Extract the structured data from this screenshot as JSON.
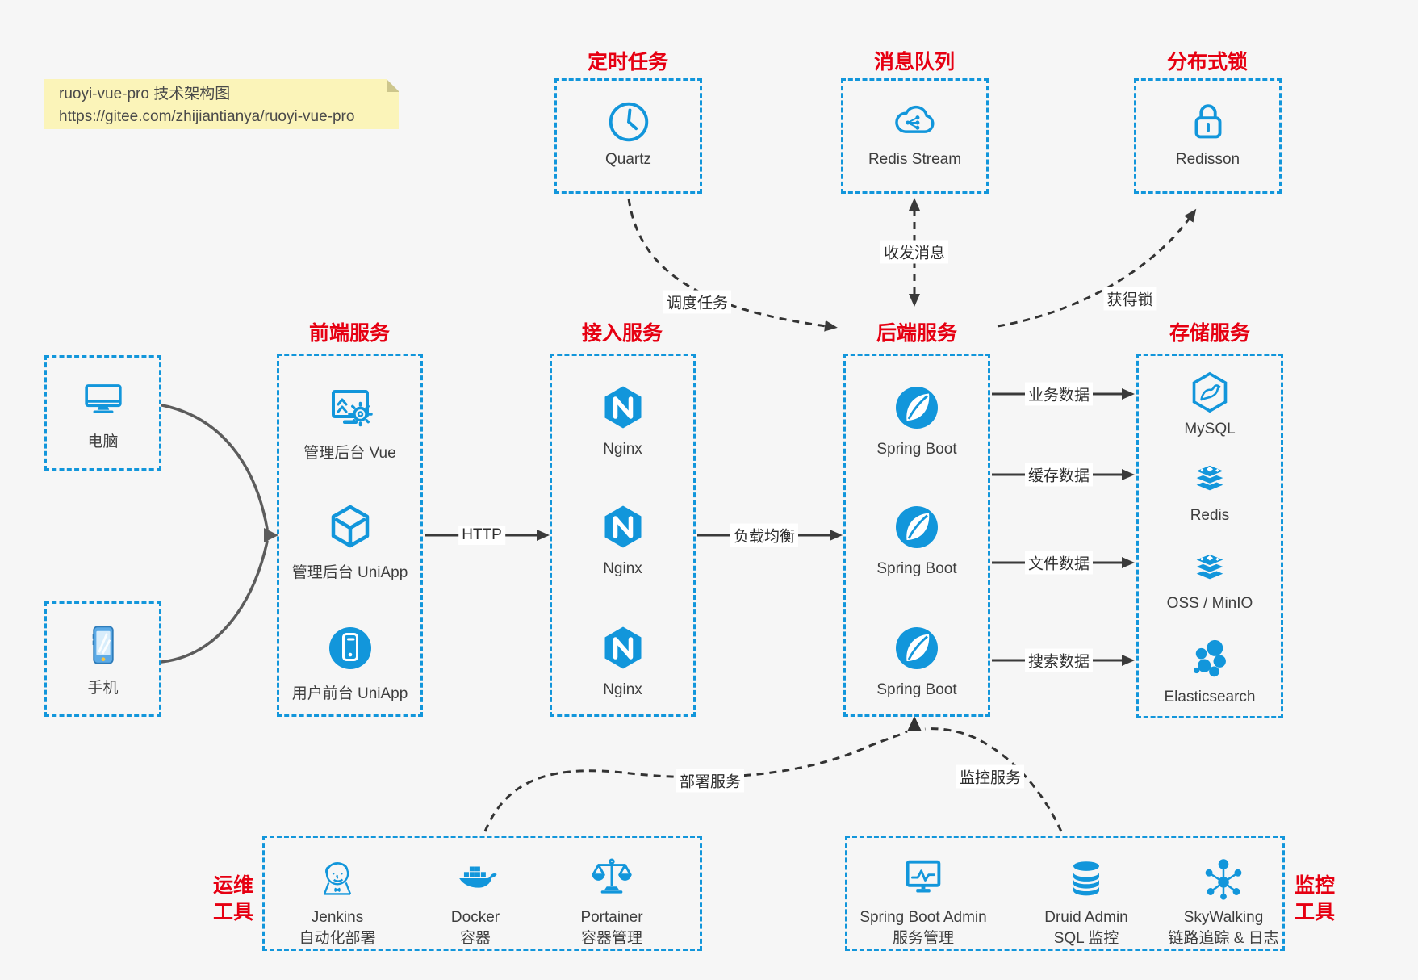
{
  "note": {
    "line1": "ruoyi-vue-pro 技术架构图",
    "line2": "https://gitee.com/zhijiantianya/ruoyi-vue-pro"
  },
  "palette": {
    "accent_blue": "#1296db",
    "title_red": "#e60012",
    "line_dark": "#3a3a3a",
    "note_bg": "#fbf4b9"
  },
  "top_services": [
    {
      "title": "定时任务",
      "icon": "clock-icon",
      "label": "Quartz"
    },
    {
      "title": "消息队列",
      "icon": "cloud-stream-icon",
      "label": "Redis Stream"
    },
    {
      "title": "分布式锁",
      "icon": "lock-icon",
      "label": "Redisson"
    }
  ],
  "clients": [
    {
      "icon": "desktop-icon",
      "label": "电脑"
    },
    {
      "icon": "smartphone-icon",
      "label": "手机"
    }
  ],
  "frontend": {
    "title": "前端服务",
    "items": [
      {
        "icon": "admin-vue-icon",
        "label": "管理后台 Vue"
      },
      {
        "icon": "uniapp-cube-icon",
        "label": "管理后台 UniApp"
      },
      {
        "icon": "mobile-app-icon",
        "label": "用户前台 UniApp"
      }
    ]
  },
  "gateway": {
    "title": "接入服务",
    "items": [
      {
        "icon": "nginx-icon",
        "label": "Nginx"
      },
      {
        "icon": "nginx-icon",
        "label": "Nginx"
      },
      {
        "icon": "nginx-icon",
        "label": "Nginx"
      }
    ]
  },
  "backend": {
    "title": "后端服务",
    "items": [
      {
        "icon": "spring-boot-icon",
        "label": "Spring Boot"
      },
      {
        "icon": "spring-boot-icon",
        "label": "Spring Boot"
      },
      {
        "icon": "spring-boot-icon",
        "label": "Spring Boot"
      }
    ]
  },
  "storage": {
    "title": "存储服务",
    "items": [
      {
        "icon": "mysql-icon",
        "label": "MySQL"
      },
      {
        "icon": "redis-icon",
        "label": "Redis"
      },
      {
        "icon": "oss-minio-icon",
        "label": "OSS / MinIO"
      },
      {
        "icon": "elasticsearch-icon",
        "label": "Elasticsearch"
      }
    ]
  },
  "ops_tools": {
    "title_line1": "运维",
    "title_line2": "工具",
    "items": [
      {
        "icon": "jenkins-icon",
        "label": "Jenkins",
        "sublabel": "自动化部署"
      },
      {
        "icon": "docker-icon",
        "label": "Docker",
        "sublabel": "容器"
      },
      {
        "icon": "portainer-icon",
        "label": "Portainer",
        "sublabel": "容器管理"
      }
    ]
  },
  "monitor_tools": {
    "title_line1": "监控",
    "title_line2": "工具",
    "items": [
      {
        "icon": "spring-boot-admin-icon",
        "label": "Spring Boot Admin",
        "sublabel": "服务管理"
      },
      {
        "icon": "druid-icon",
        "label": "Druid Admin",
        "sublabel": "SQL 监控"
      },
      {
        "icon": "skywalking-icon",
        "label": "SkyWalking",
        "sublabel": "链路追踪 & 日志"
      }
    ]
  },
  "edges": {
    "http": "HTTP",
    "load_balance": "负载均衡",
    "schedule_task": "调度任务",
    "send_receive_message": "收发消息",
    "acquire_lock": "获得锁",
    "business_data": "业务数据",
    "cache_data": "缓存数据",
    "file_data": "文件数据",
    "search_data": "搜索数据",
    "deploy_service": "部署服务",
    "monitor_service": "监控服务"
  }
}
